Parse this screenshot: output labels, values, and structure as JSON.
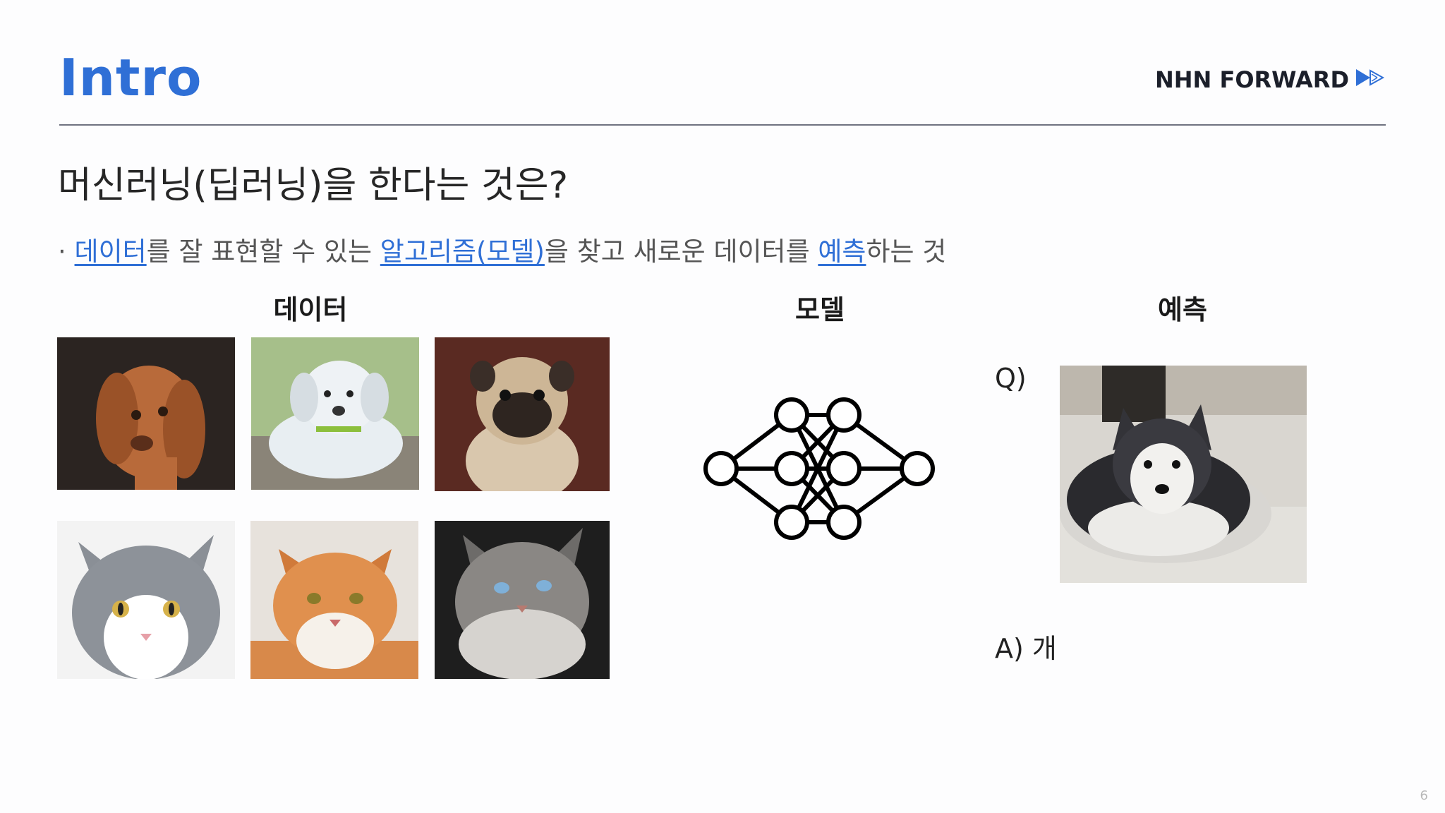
{
  "slide": {
    "title": "Intro",
    "brand": "NHN FORWARD",
    "heading": "머신러닝(딥러닝)을 한다는 것은?",
    "description": {
      "bullet": "·",
      "kw_data": "데이터",
      "part1": "를 잘 표현할 수 있는 ",
      "kw_model": "알고리즘(모델)",
      "part2": "을 찾고 새로운 데이터를 ",
      "kw_predict": "예측",
      "part3": "하는 것"
    },
    "columns": {
      "data": "데이터",
      "model": "모델",
      "predict": "예측"
    },
    "question_label": "Q)",
    "answer_label": "A) 개",
    "page_number": "6"
  },
  "colors": {
    "accent": "#2f6fd6",
    "divider": "#6f7380",
    "text": "#222222"
  },
  "icons": {
    "brand_mark": "double-play-arrow-icon",
    "model": "neural-network-icon"
  },
  "images": [
    {
      "name": "dog-vizsla-photo"
    },
    {
      "name": "dog-white-puppy-photo"
    },
    {
      "name": "dog-pug-photo"
    },
    {
      "name": "cat-gray-white-photo"
    },
    {
      "name": "cat-orange-tabby-photo"
    },
    {
      "name": "cat-gray-longhair-photo"
    },
    {
      "name": "dog-husky-query-photo"
    }
  ]
}
